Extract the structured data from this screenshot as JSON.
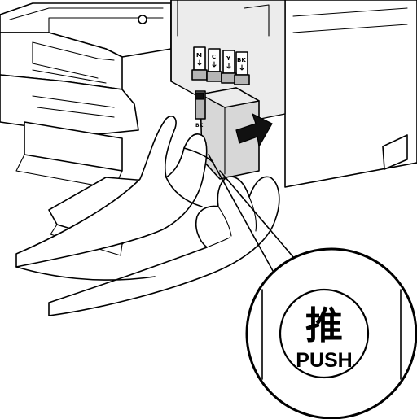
{
  "ink_slots": [
    "M",
    "C",
    "Y",
    "BK"
  ],
  "cartridge_label": "BK",
  "callout": {
    "cjk_text": "推",
    "en_text": "PUSH"
  }
}
